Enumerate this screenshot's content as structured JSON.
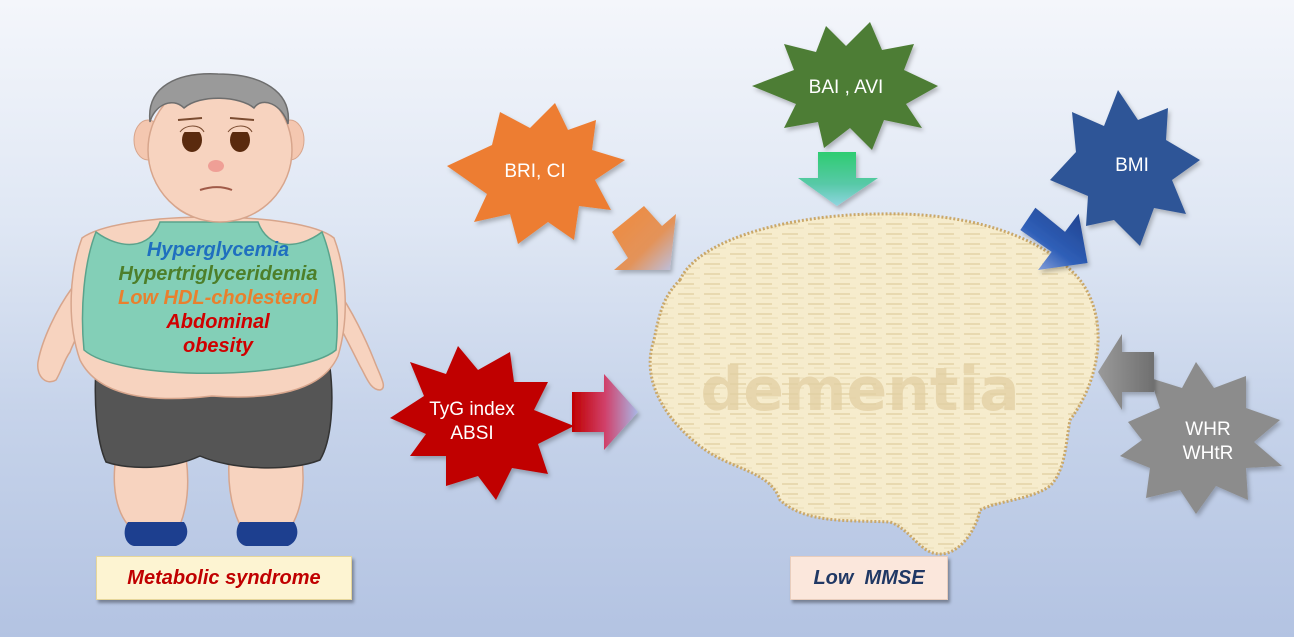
{
  "person": {
    "conditions": [
      {
        "text": "Hyperglycemia",
        "color": "#1f6fbf"
      },
      {
        "text": "Hypertriglyceridemia",
        "color": "#4d7f2a"
      },
      {
        "text": "Low HDL-cholesterol",
        "color": "#e8802e"
      },
      {
        "text": "Abdominal",
        "color": "#d00000"
      },
      {
        "text": "obesity",
        "color": "#d00000"
      }
    ],
    "caption": "Metabolic syndrome"
  },
  "brain": {
    "watermark": "dementia",
    "caption": "Low  MMSE"
  },
  "indices": {
    "bri_ci": "BRI, CI",
    "bai_avi": "BAI , AVI",
    "bmi": "BMI",
    "tyg_line1": "TyG index",
    "tyg_line2": "ABSI",
    "whr_line1": "WHR",
    "whr_line2": "WHtR"
  },
  "colors": {
    "orange": "#ed7d31",
    "green": "#4e7d35",
    "blue": "#2f5597",
    "red": "#c00000",
    "gray": "#7f7f7f"
  }
}
